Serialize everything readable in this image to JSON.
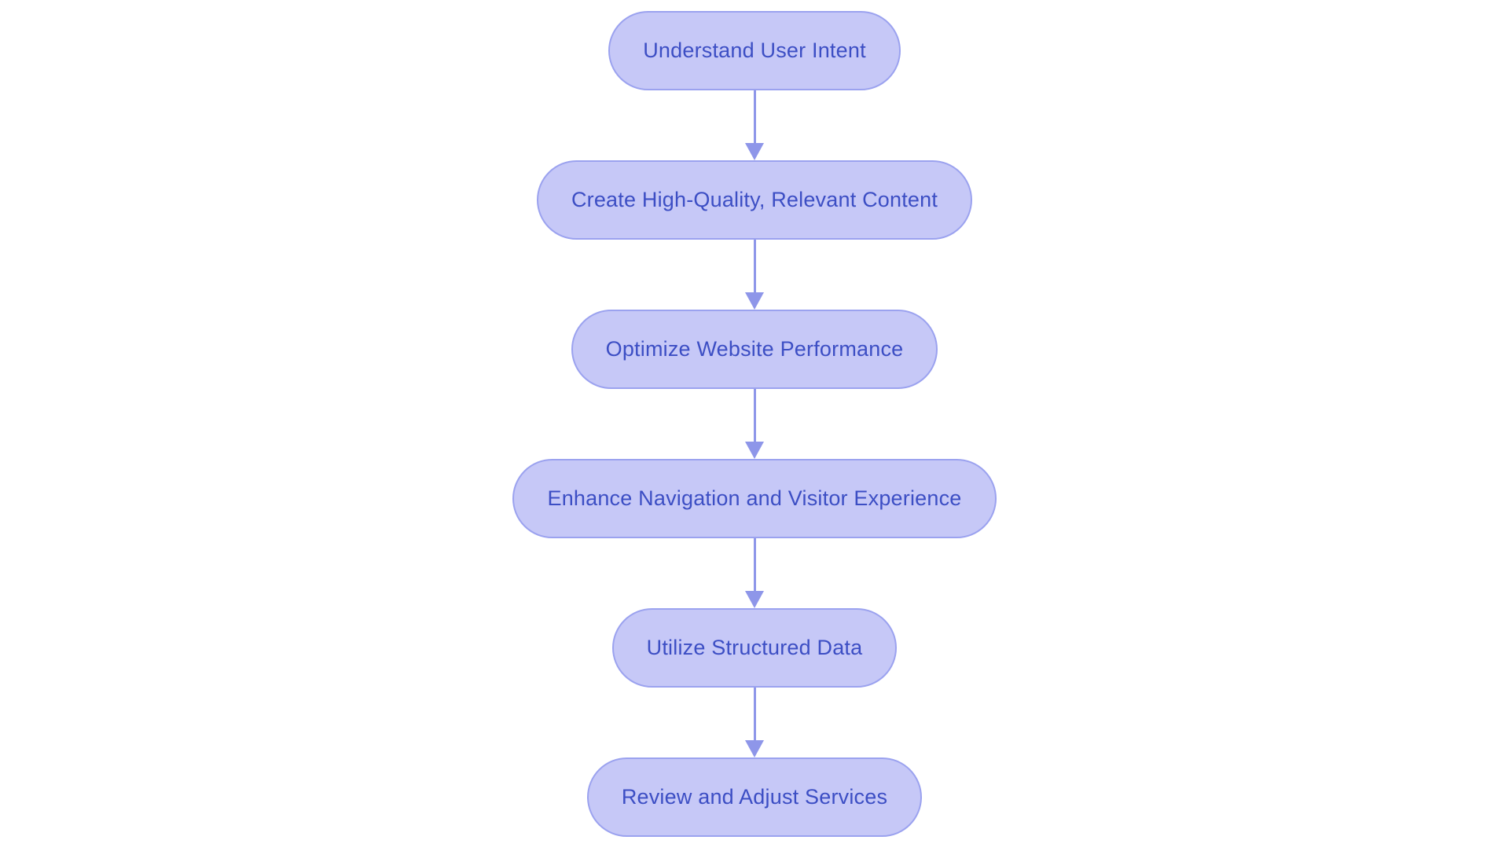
{
  "diagram": {
    "type": "flowchart",
    "direction": "top-down",
    "background": "#ffffff",
    "nodes": [
      {
        "id": "n1",
        "label": "Understand User Intent"
      },
      {
        "id": "n2",
        "label": "Create High-Quality, Relevant Content"
      },
      {
        "id": "n3",
        "label": "Optimize Website Performance"
      },
      {
        "id": "n4",
        "label": "Enhance Navigation and Visitor Experience"
      },
      {
        "id": "n5",
        "label": "Utilize Structured Data"
      },
      {
        "id": "n6",
        "label": "Review and Adjust Services"
      }
    ],
    "edges": [
      {
        "from": "n1",
        "to": "n2"
      },
      {
        "from": "n2",
        "to": "n3"
      },
      {
        "from": "n3",
        "to": "n4"
      },
      {
        "from": "n4",
        "to": "n5"
      },
      {
        "from": "n5",
        "to": "n6"
      }
    ],
    "theme": {
      "node_fill": "#c6c8f7",
      "node_border": "#9ba2ef",
      "node_text": "#3c4ec4",
      "arrow": "#8e96e9"
    }
  }
}
